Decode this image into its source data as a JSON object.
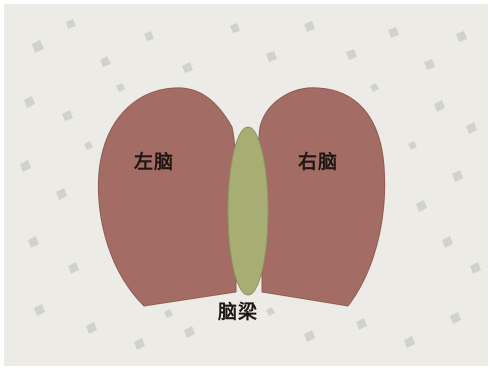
{
  "diagram": {
    "labels": {
      "left_brain": "左脑",
      "right_brain": "右脑",
      "corpus_callosum": "脑梁"
    },
    "colors": {
      "background": "#ecebe6",
      "hemisphere": "#a36d66",
      "hemisphere_edge": "#8f5c55",
      "corpus_callosum": "#a8ad73",
      "speckle": "#c9cac7",
      "text": "#1f1712"
    }
  }
}
